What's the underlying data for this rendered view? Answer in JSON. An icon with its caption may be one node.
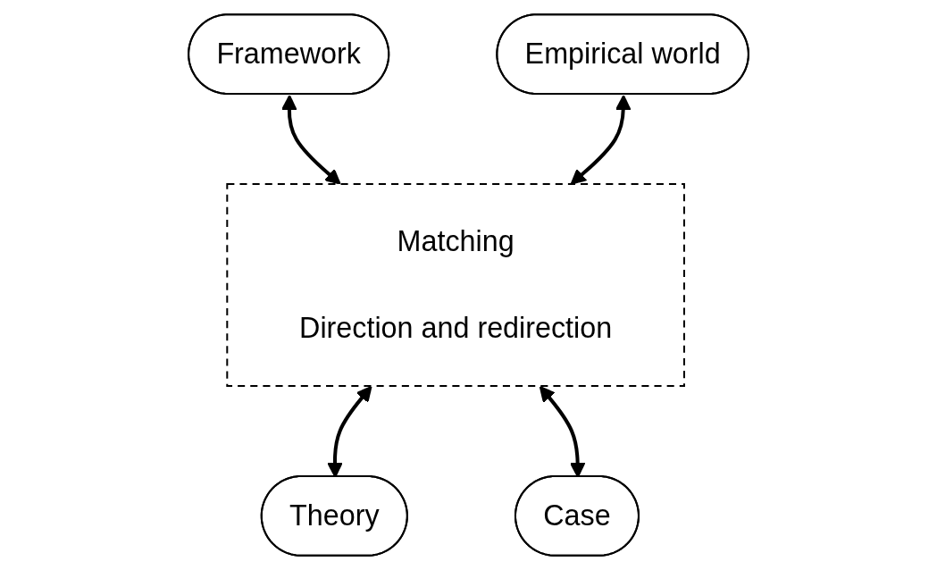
{
  "diagram": {
    "nodes": [
      {
        "text": [
          "Framework"
        ]
      },
      {
        "text": [
          "Empirical world"
        ]
      },
      {
        "text": [
          "Matching",
          "Direction and redirection"
        ]
      },
      {
        "text": [
          "Theory"
        ]
      },
      {
        "text": [
          "Case"
        ]
      }
    ],
    "edges": [
      {
        "from": 0,
        "to": 2,
        "arrow": "both"
      },
      {
        "from": 1,
        "to": 2,
        "arrow": "both"
      },
      {
        "from": 2,
        "to": 3,
        "arrow": "both"
      },
      {
        "from": 2,
        "to": 4,
        "arrow": "both"
      }
    ]
  }
}
